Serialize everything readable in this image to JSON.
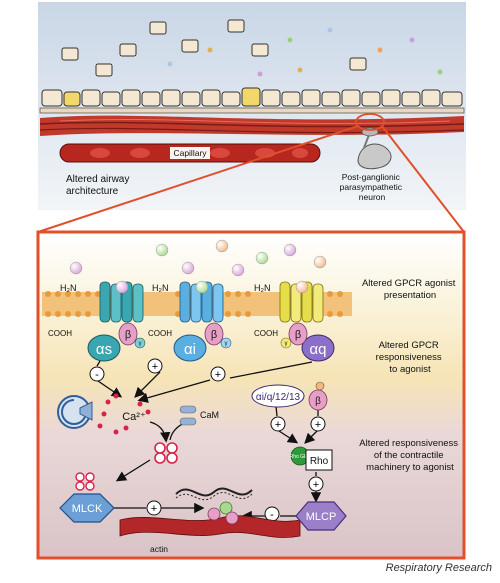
{
  "top": {
    "capillary": "Capillary",
    "airway_label": [
      "Altered airway",
      "architecture"
    ],
    "neuron_label": [
      "Post-ganglionic",
      "parasympathetic",
      "neuron"
    ]
  },
  "panel": {
    "agonist_label": [
      "Altered GPCR agonist",
      "presentation"
    ],
    "responsiveness_label": [
      "Altered GPCR",
      "responsiveness",
      "to agonist"
    ],
    "contractile_label": [
      "Altered responsiveness",
      "of the contractile",
      "machinery to agonist"
    ],
    "amine": "H₂N",
    "carboxyl": "COOH",
    "beta": "β",
    "gamma": "γ",
    "alpha_s": "αs",
    "alpha_i": "αi",
    "alpha_q": "αq",
    "alpha_12": "αi/q/12/13",
    "calcium": "Ca²⁺",
    "calmodulin": "CaM",
    "mlck": "MLCK",
    "mlcp": "MLCP",
    "rho": "Rho",
    "rhogef": "Rho GEF",
    "actin": "actin",
    "plus": "+",
    "minus": "-"
  },
  "credit": "Respiratory Research",
  "colors": {
    "frame": "#e0502a",
    "alpha_s": "#3aa6b0",
    "alpha_i": "#5aaee0",
    "alpha_q": "#e6dd4a",
    "beta": "#e6a0c8",
    "mlck": "#6b9fd6",
    "mlcp": "#9b7fc9",
    "calcium": "#d9234a",
    "actin": "#b3262a"
  }
}
